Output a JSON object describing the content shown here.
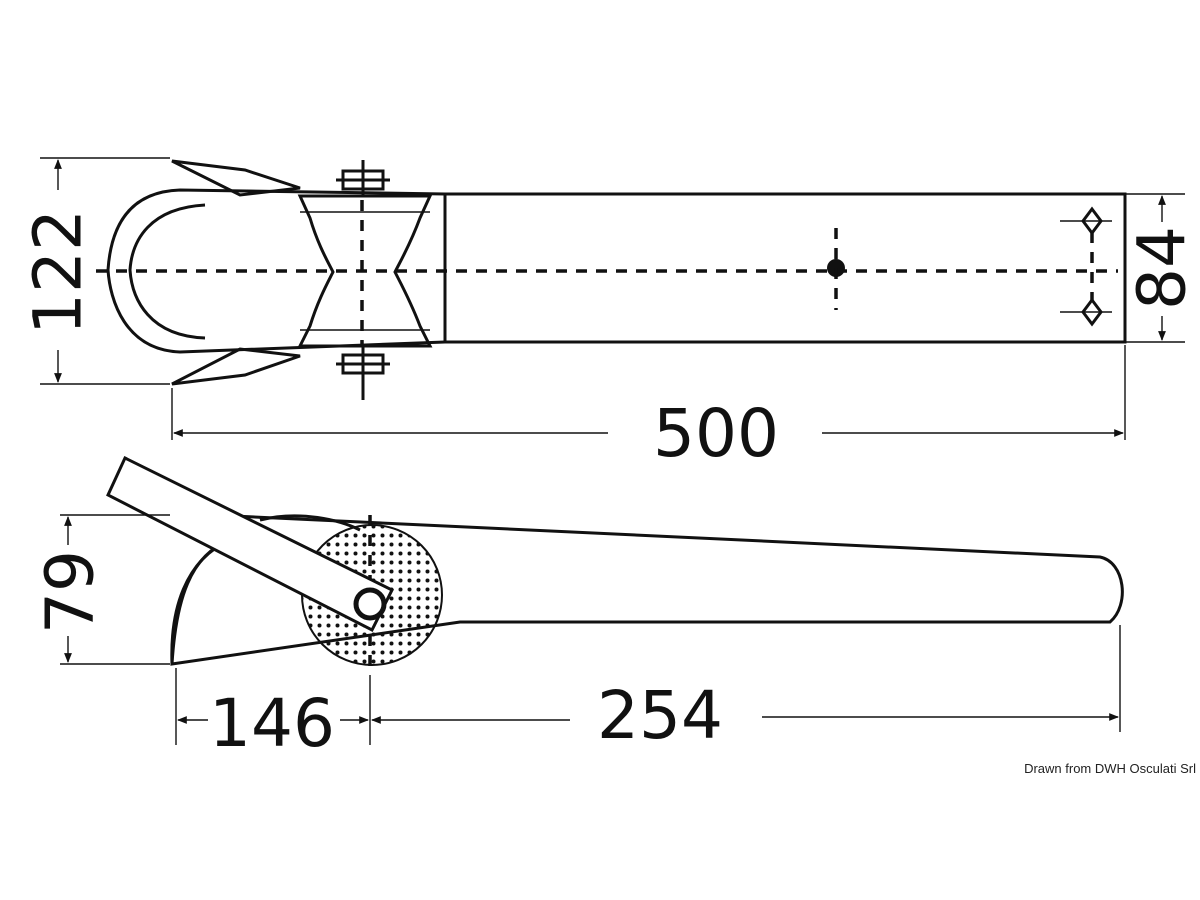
{
  "dimensions": {
    "overall_length": "500",
    "top_height": "122",
    "channel_width": "84",
    "side_height": "79",
    "front_length": "146",
    "rear_length": "254"
  },
  "credit": "Drawn from DWH Osculati Srl"
}
